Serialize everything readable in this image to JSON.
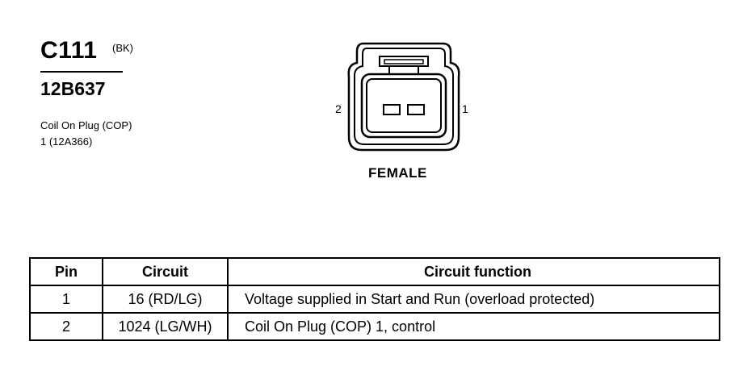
{
  "connector": {
    "id": "C111",
    "color_code": "(BK)",
    "part_number": "12B637",
    "description_lines": [
      "Coil On Plug (COP)",
      "1 (12A366)"
    ],
    "gender": "FEMALE",
    "pin_labels": {
      "left": "2",
      "right": "1"
    }
  },
  "table": {
    "headers": {
      "pin": "Pin",
      "circuit": "Circuit",
      "function": "Circuit function"
    },
    "rows": [
      {
        "pin": "1",
        "circuit": "16 (RD/LG)",
        "function": "Voltage supplied in Start and Run (overload protected)"
      },
      {
        "pin": "2",
        "circuit": "1024 (LG/WH)",
        "function": "Coil On Plug (COP) 1, control"
      }
    ]
  }
}
